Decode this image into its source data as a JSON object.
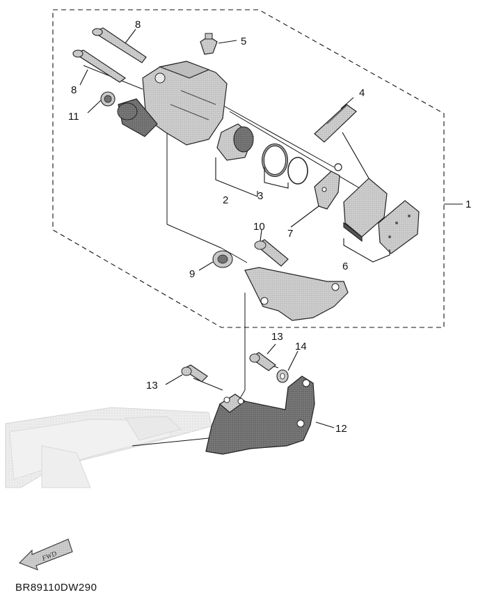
{
  "diagram": {
    "callouts": [
      "1",
      "2",
      "3",
      "4",
      "5",
      "6",
      "7",
      "8",
      "8",
      "9",
      "10",
      "11",
      "12",
      "13",
      "13",
      "14"
    ],
    "fwd_label": "FWD",
    "diagram_code": "BR89110DW290",
    "colors": {
      "part_fill": "#c8c8c8",
      "part_dark": "#6b6b6b",
      "part_mid": "#9a9a9a",
      "ghost": "#e6e6e6",
      "line": "#111111"
    }
  }
}
